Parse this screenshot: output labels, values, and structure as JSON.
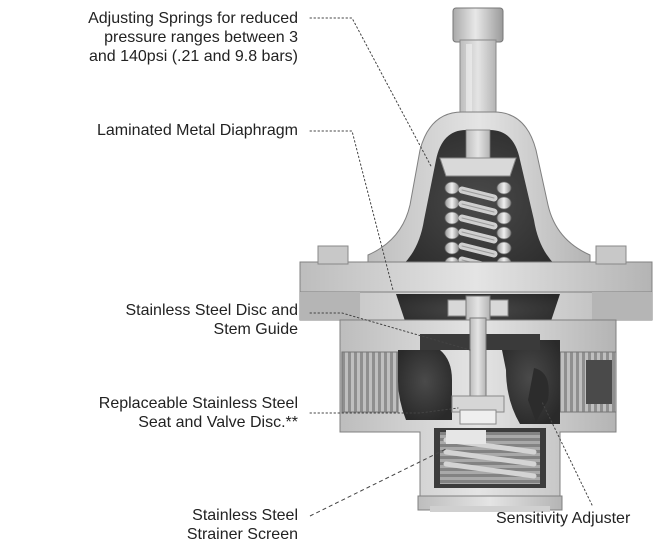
{
  "labels": {
    "springs": {
      "line1": "Adjusting Springs for reduced",
      "line2": "pressure ranges between 3",
      "line3": "and 140psi (.21 and 9.8 bars)"
    },
    "diaphragm": {
      "line1": "Laminated Metal Diaphragm"
    },
    "disc_guide": {
      "line1": "Stainless Steel Disc and",
      "line2": "Stem Guide"
    },
    "seat": {
      "line1": "Replaceable Stainless Steel",
      "line2": "Seat and Valve Disc.**"
    },
    "strainer": {
      "line1": "Stainless Steel",
      "line2": "Strainer Screen"
    },
    "adjuster": {
      "line1": "Sensitivity Adjuster"
    }
  },
  "colors": {
    "metal_light": "#cfcfcf",
    "metal_mid": "#a9a9a9",
    "metal_dark": "#6e6e6e",
    "cavity": "#3a3a3a",
    "text": "#222222",
    "leader": "#444444"
  }
}
